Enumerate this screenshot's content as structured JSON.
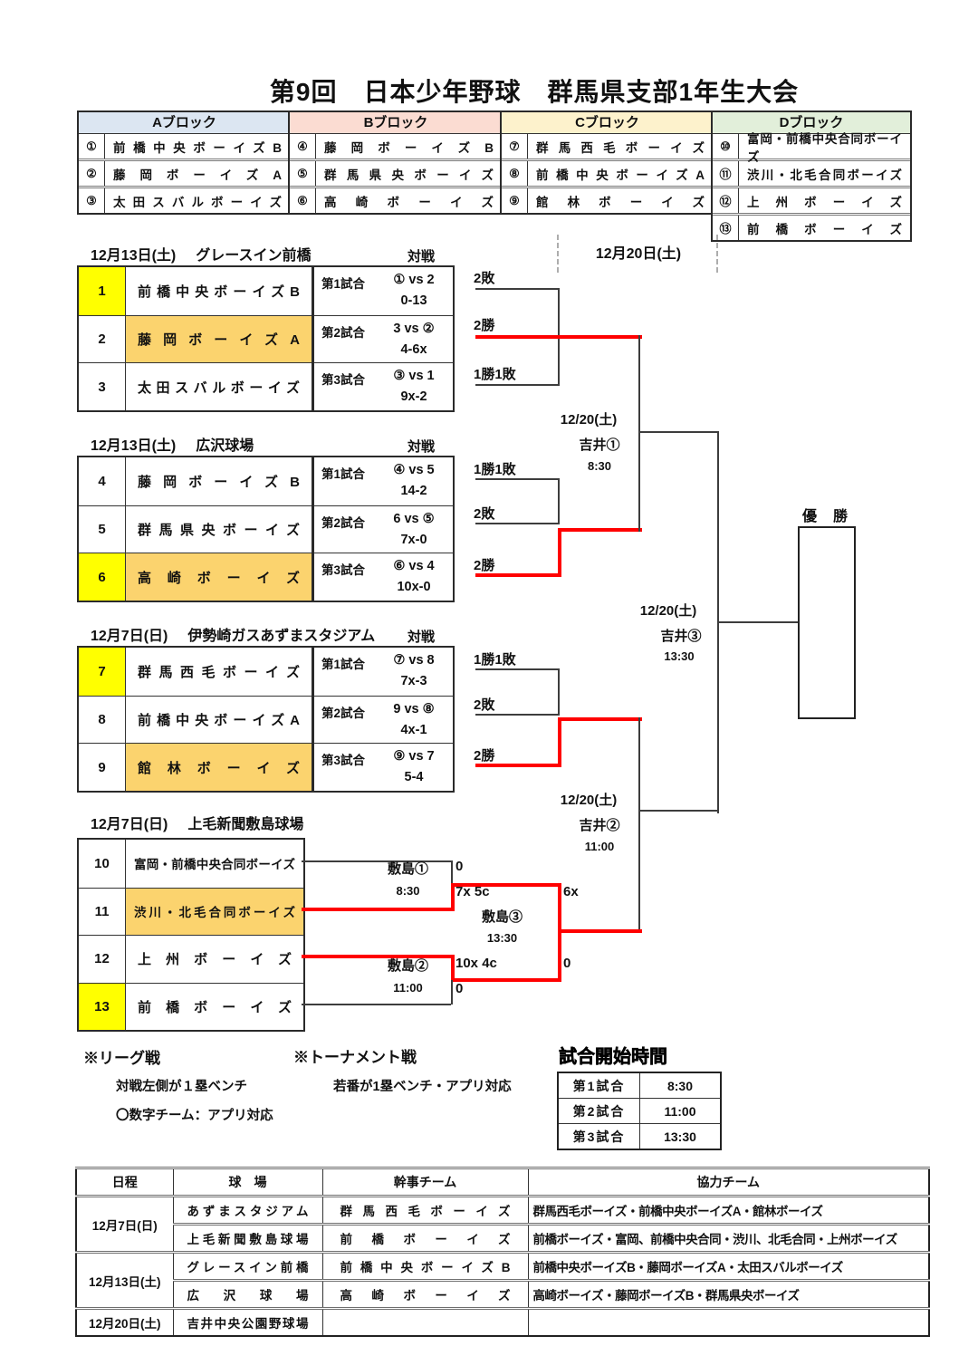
{
  "colors": {
    "block_a": "#dce6f2",
    "block_b": "#fbdcd2",
    "block_c": "#fdf2cc",
    "block_d": "#e2efda",
    "highlight_yellow": "#ffff00",
    "highlight_gold": "#fbd36e",
    "bracket_red": "#ff0000"
  },
  "title": "第9回　日本少年野球　群馬県支部1年生大会",
  "blocks": [
    {
      "label": "Aブロック",
      "teams": [
        {
          "num": "①",
          "name": "前橋中央ボーイズB"
        },
        {
          "num": "②",
          "name": "藤岡ボーイズA"
        },
        {
          "num": "③",
          "name": "太田スバルボーイズ"
        }
      ]
    },
    {
      "label": "Bブロック",
      "teams": [
        {
          "num": "④",
          "name": "藤岡ボーイズB"
        },
        {
          "num": "⑤",
          "name": "群馬県央ボーイズ"
        },
        {
          "num": "⑥",
          "name": "高崎ボーイズ"
        }
      ]
    },
    {
      "label": "Cブロック",
      "teams": [
        {
          "num": "⑦",
          "name": "群馬西毛ボーイズ"
        },
        {
          "num": "⑧",
          "name": "前橋中央ボーイズA"
        },
        {
          "num": "⑨",
          "name": "館林ボーイズ"
        }
      ]
    },
    {
      "label": "Dブロック",
      "teams": [
        {
          "num": "⑩",
          "name": "富岡・前橋中央合同ボーイズ"
        },
        {
          "num": "⑪",
          "name": "渋川・北毛合同ボーイズ"
        },
        {
          "num": "⑫",
          "name": "上州ボーイズ"
        },
        {
          "num": "⑬",
          "name": "前橋ボーイズ"
        }
      ]
    }
  ],
  "leagues": [
    {
      "date": "12月13日(土)",
      "venue": "グレースイン前橋",
      "vs_label": "対戦",
      "teams": [
        {
          "num": "1",
          "name": "前橋中央ボーイズB"
        },
        {
          "num": "2",
          "name": "藤岡ボーイズA"
        },
        {
          "num": "3",
          "name": "太田スバルボーイズ"
        }
      ],
      "games": [
        {
          "label": "第1試合",
          "matchup": "① vs 2",
          "score": "0-13"
        },
        {
          "label": "第2試合",
          "matchup": "3 vs ②",
          "score": "4-6x"
        },
        {
          "label": "第3試合",
          "matchup": "③ vs 1",
          "score": "9x-2"
        }
      ],
      "results": [
        "2敗",
        "2勝",
        "1勝1敗"
      ]
    },
    {
      "date": "12月13日(土)",
      "venue": "広沢球場",
      "vs_label": "対戦",
      "teams": [
        {
          "num": "4",
          "name": "藤岡ボーイズB"
        },
        {
          "num": "5",
          "name": "群馬県央ボーイズ"
        },
        {
          "num": "6",
          "name": "高崎ボーイズ"
        }
      ],
      "games": [
        {
          "label": "第1試合",
          "matchup": "④ vs 5",
          "score": "14-2"
        },
        {
          "label": "第2試合",
          "matchup": "6 vs ⑤",
          "score": "7x-0"
        },
        {
          "label": "第3試合",
          "matchup": "⑥ vs 4",
          "score": "10x-0"
        }
      ],
      "results": [
        "1勝1敗",
        "2敗",
        "2勝"
      ]
    },
    {
      "date": "12月7日(日)",
      "venue": "伊勢崎ガスあずまスタジアム",
      "vs_label": "対戦",
      "teams": [
        {
          "num": "7",
          "name": "群馬西毛ボーイズ"
        },
        {
          "num": "8",
          "name": "前橋中央ボーイズA"
        },
        {
          "num": "9",
          "name": "館林ボーイズ"
        }
      ],
      "games": [
        {
          "label": "第1試合",
          "matchup": "⑦ vs 8",
          "score": "7x-3"
        },
        {
          "label": "第2試合",
          "matchup": "9 vs ⑧",
          "score": "4x-1"
        },
        {
          "label": "第3試合",
          "matchup": "⑨ vs 7",
          "score": "5-4"
        }
      ],
      "results": [
        "1勝1敗",
        "2敗",
        "2勝"
      ]
    }
  ],
  "shikishima": {
    "date": "12月7日(日)",
    "venue": "上毛新聞敷島球場",
    "teams": [
      {
        "num": "10",
        "name": "富岡・前橋中央合同ボーイズ"
      },
      {
        "num": "11",
        "name": "渋川・北毛合同ボーイズ"
      },
      {
        "num": "12",
        "name": "上州ボーイズ"
      },
      {
        "num": "13",
        "name": "前橋ボーイズ"
      }
    ],
    "game1": {
      "label": "敷島①",
      "time": "8:30",
      "score_top": "0",
      "score_bottom": "7x 5c"
    },
    "game2": {
      "label": "敷島②",
      "time": "11:00",
      "score_top": "10x 4c",
      "score_bottom": "0"
    },
    "game3": {
      "label": "敷島③",
      "time": "13:30",
      "score_top": "6x",
      "score_bottom": "0"
    }
  },
  "finals": {
    "header_date": "12月20日(土)",
    "game1": {
      "date": "12/20(土)",
      "name": "吉井①",
      "time": "8:30"
    },
    "game2": {
      "date": "12/20(土)",
      "name": "吉井②",
      "time": "11:00"
    },
    "game3": {
      "date": "12/20(土)",
      "name": "吉井③",
      "time": "13:30"
    },
    "champion_label": "優　勝"
  },
  "legend": {
    "league_title": "※リーグ戦",
    "league_note1": "対戦左側が１塁ベンチ",
    "league_note2": "〇数字チーム：アプリ対応",
    "tournament_title": "※トーナメント戦",
    "tournament_note1": "若番が1塁ベンチ・アプリ対応"
  },
  "start_times": {
    "title": "試合開始時間",
    "rows": [
      {
        "game": "第1試合",
        "time": "8:30"
      },
      {
        "game": "第2試合",
        "time": "11:00"
      },
      {
        "game": "第3試合",
        "time": "13:30"
      }
    ]
  },
  "schedule": {
    "headers": [
      "日程",
      "球　場",
      "幹事チーム",
      "協力チーム"
    ],
    "rows": [
      {
        "date": "12月7日(日)",
        "venue": "あずまスタジアム",
        "manager": "群馬西毛ボーイズ",
        "support": "群馬西毛ボーイズ・前橋中央ボーイズA・館林ボーイズ"
      },
      {
        "date": "",
        "venue": "上毛新聞敷島球場",
        "manager": "前橋ボーイズ",
        "support": "前橋ボーイズ・富岡、前橋中央合同・渋川、北毛合同・上州ボーイズ"
      },
      {
        "date": "12月13日(土)",
        "venue": "グレースイン前橋",
        "manager": "前橋中央ボーイズB",
        "support": "前橋中央ボーイズB・藤岡ボーイズA・太田スバルボーイズ"
      },
      {
        "date": "",
        "venue": "広沢球場",
        "manager": "高崎ボーイズ",
        "support": "高崎ボーイズ・藤岡ボーイズB・群馬県央ボーイズ"
      },
      {
        "date": "12月20日(土)",
        "venue": "吉井中央公園野球場",
        "manager": "",
        "support": ""
      }
    ]
  }
}
